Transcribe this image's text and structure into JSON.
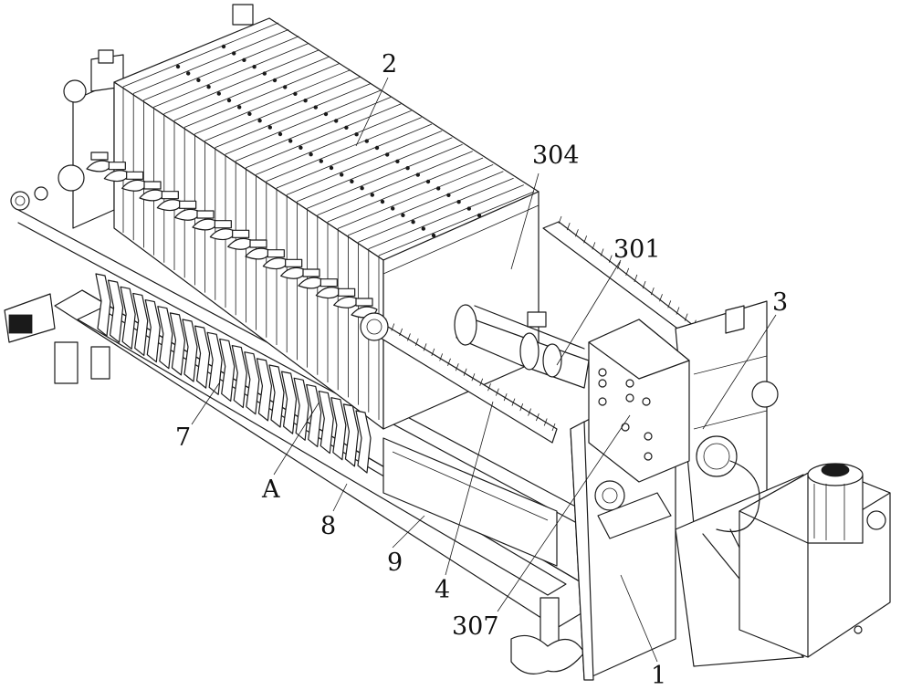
{
  "labels": {
    "l2": "2",
    "l304": "304",
    "l301": "301",
    "l3": "3",
    "l7": "7",
    "lA": "A",
    "l8": "8",
    "l9": "9",
    "l4": "4",
    "l307": "307",
    "l1": "1"
  },
  "colors": {
    "line": "#1a1a1a",
    "background": "#ffffff"
  }
}
